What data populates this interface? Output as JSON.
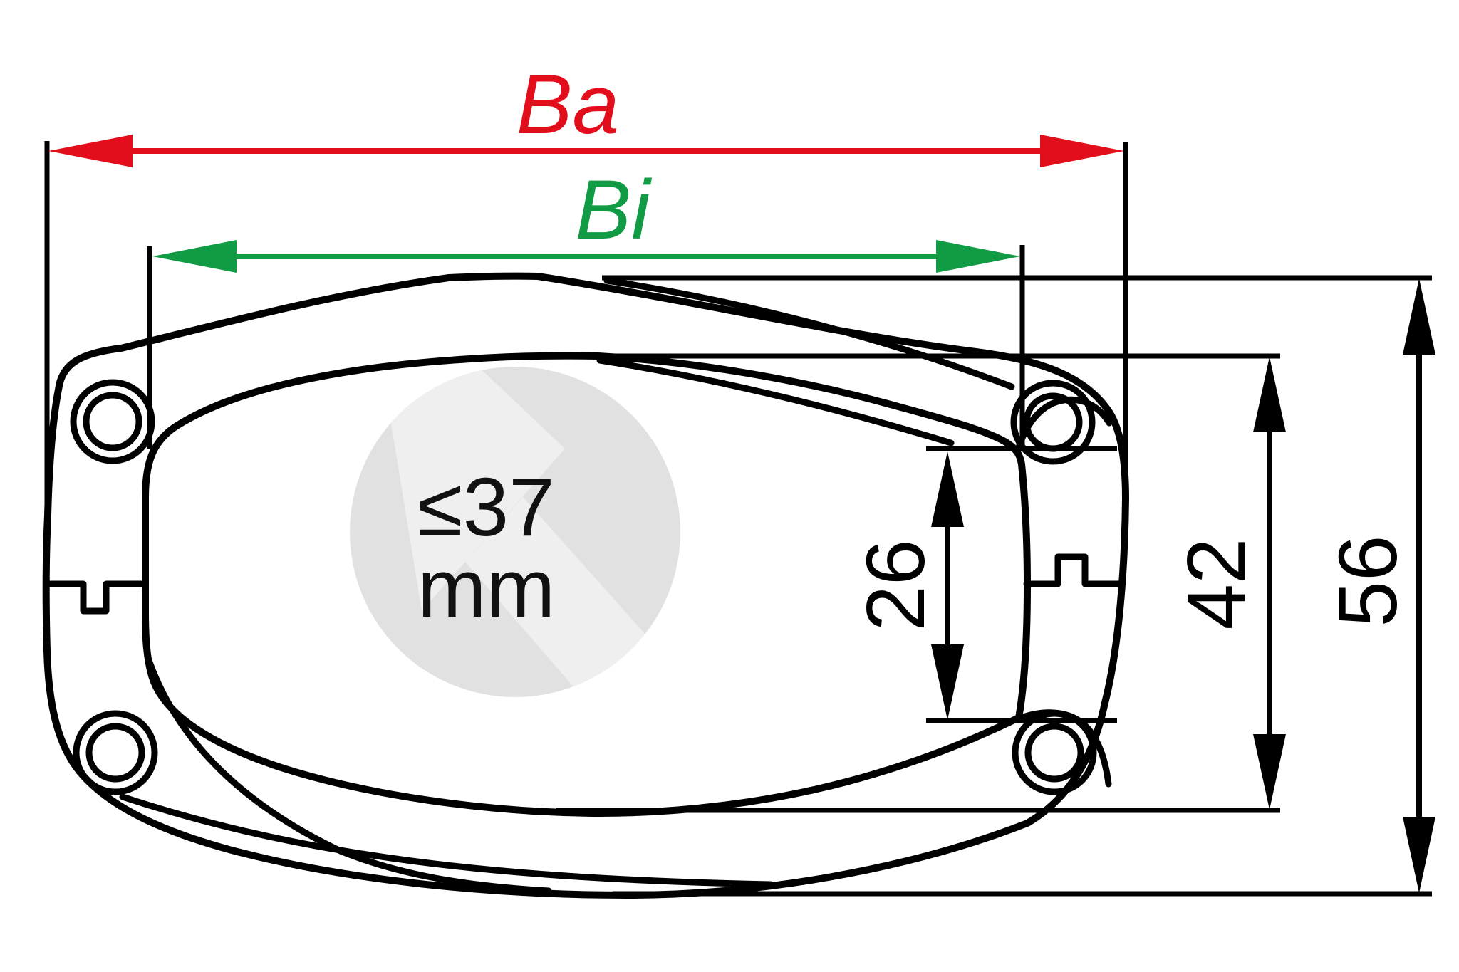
{
  "diagram": {
    "type": "technical-dimension-drawing",
    "background_color": "#ffffff",
    "outline_color": "#000000",
    "part": {
      "description_visible_features": "oval frame with four mounting holes, left and right keyway notches, inner opening with right-side pocket",
      "mounting_hole_count": 4
    },
    "dimensions": {
      "outer_width": {
        "label": "Ba",
        "color": "#e30e1b",
        "orientation": "horizontal"
      },
      "inner_width": {
        "label": "Bi",
        "color": "#119b45",
        "orientation": "horizontal"
      },
      "pocket_height": {
        "label": "26",
        "color": "#000000",
        "orientation": "vertical"
      },
      "inner_height": {
        "label": "42",
        "color": "#000000",
        "orientation": "vertical"
      },
      "outer_height": {
        "label": "56",
        "color": "#000000",
        "orientation": "vertical"
      }
    },
    "watermark": {
      "note_line1": "≤37",
      "note_line2": "mm",
      "circle_color": "#e1e1e1",
      "arrow_color": "#efefef"
    }
  }
}
